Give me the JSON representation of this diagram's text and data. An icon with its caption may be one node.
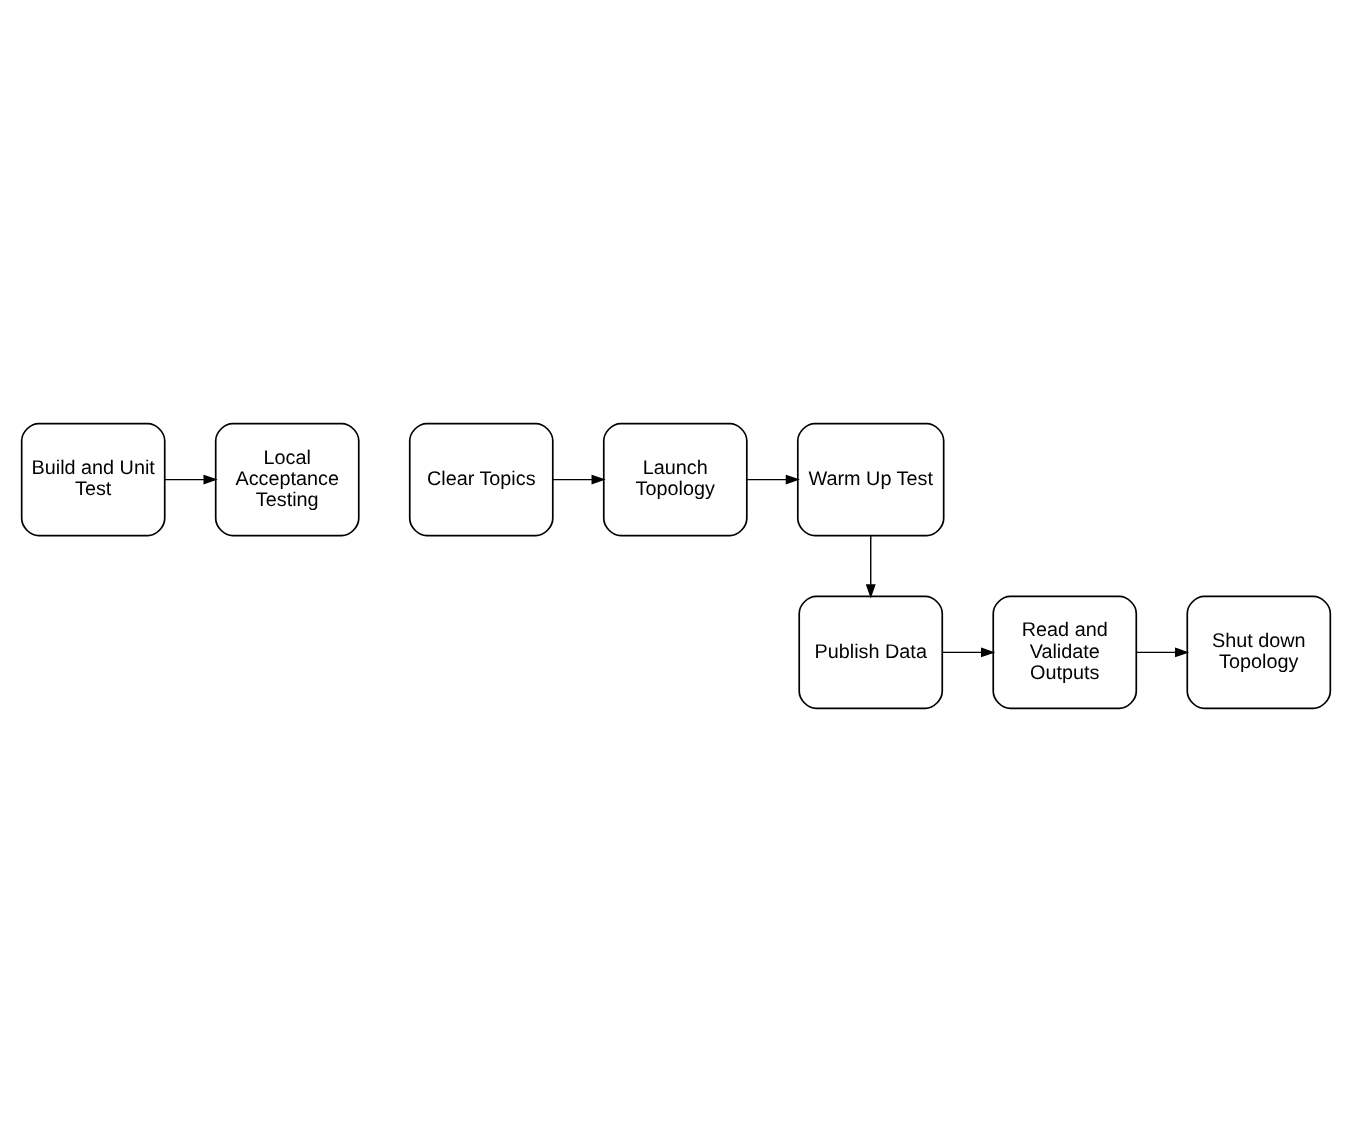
{
  "diagram": {
    "nodes": [
      {
        "text": [
          "Build and Unit Test"
        ]
      },
      {
        "text": [
          "Local Acceptance Testing"
        ]
      },
      {
        "text": [
          "Clear Topics"
        ]
      },
      {
        "text": [
          "Launch Topology"
        ]
      },
      {
        "text": [
          "Warm Up Test"
        ]
      },
      {
        "text": [
          "Publish Data"
        ]
      },
      {
        "text": [
          "Read and Validate Outputs"
        ]
      },
      {
        "text": [
          "Shut down Topology"
        ]
      }
    ],
    "edges": [
      {
        "from": 0,
        "to": 1,
        "arrow": "to"
      },
      {
        "from": 2,
        "to": 3,
        "arrow": "to"
      },
      {
        "from": 3,
        "to": 4,
        "arrow": "to"
      },
      {
        "from": 4,
        "to": 5,
        "arrow": "to"
      },
      {
        "from": 5,
        "to": 6,
        "arrow": "to"
      },
      {
        "from": 6,
        "to": 7,
        "arrow": "to"
      }
    ]
  }
}
